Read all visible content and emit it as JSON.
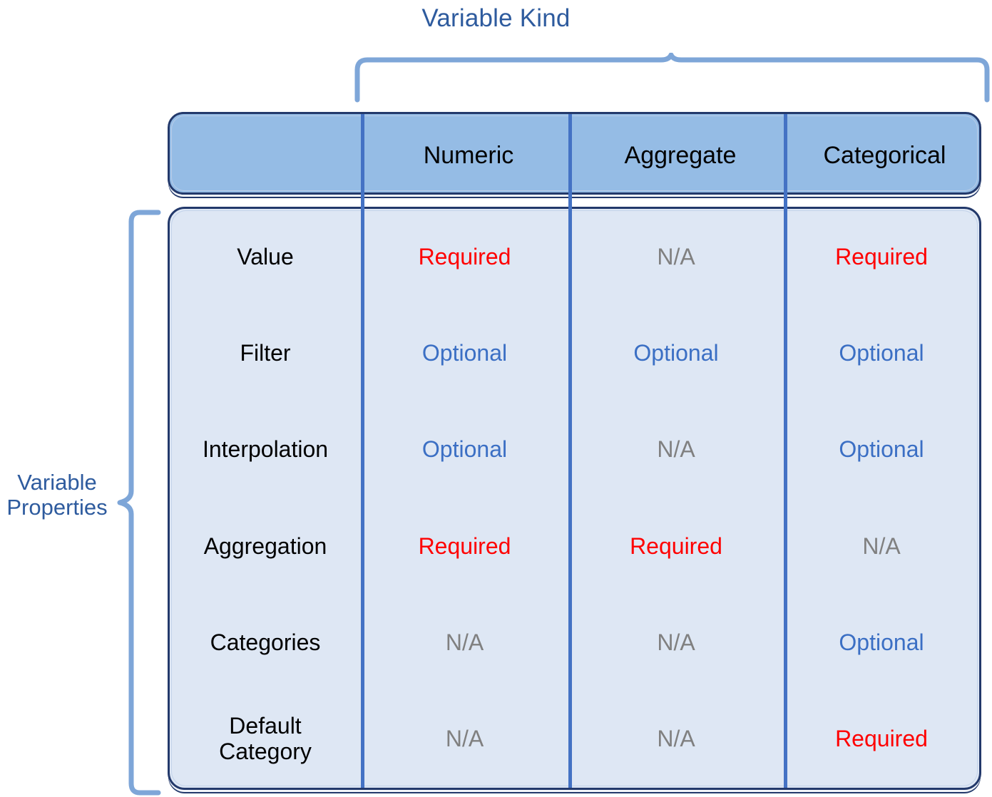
{
  "top_axis_label": "Variable Kind",
  "left_axis_label": "Variable\nProperties",
  "colors": {
    "required": "#ff0000",
    "optional": "#3b6fc4",
    "na": "#808080",
    "label_blue": "#2e5b9e",
    "header_fill": "#95bce5",
    "body_fill": "#dee7f4",
    "border_navy": "#23396b",
    "divider_blue": "#4472c4",
    "brace_blue": "#7ea6d8"
  },
  "table": {
    "corner_label": "",
    "columns": [
      "Numeric",
      "Aggregate",
      "Categorical"
    ],
    "row_labels": [
      "Value",
      "Filter",
      "Interpolation",
      "Aggregation",
      "Categories",
      "Default\nCategory"
    ],
    "rows": [
      {
        "label": "Value",
        "cells": [
          "Required",
          "N/A",
          "Required"
        ]
      },
      {
        "label": "Filter",
        "cells": [
          "Optional",
          "Optional",
          "Optional"
        ]
      },
      {
        "label": "Interpolation",
        "cells": [
          "Optional",
          "N/A",
          "Optional"
        ]
      },
      {
        "label": "Aggregation",
        "cells": [
          "Required",
          "Required",
          "N/A"
        ]
      },
      {
        "label": "Categories",
        "cells": [
          "N/A",
          "N/A",
          "Optional"
        ]
      },
      {
        "label": "Default\nCategory",
        "cells": [
          "N/A",
          "N/A",
          "Required"
        ]
      }
    ]
  }
}
